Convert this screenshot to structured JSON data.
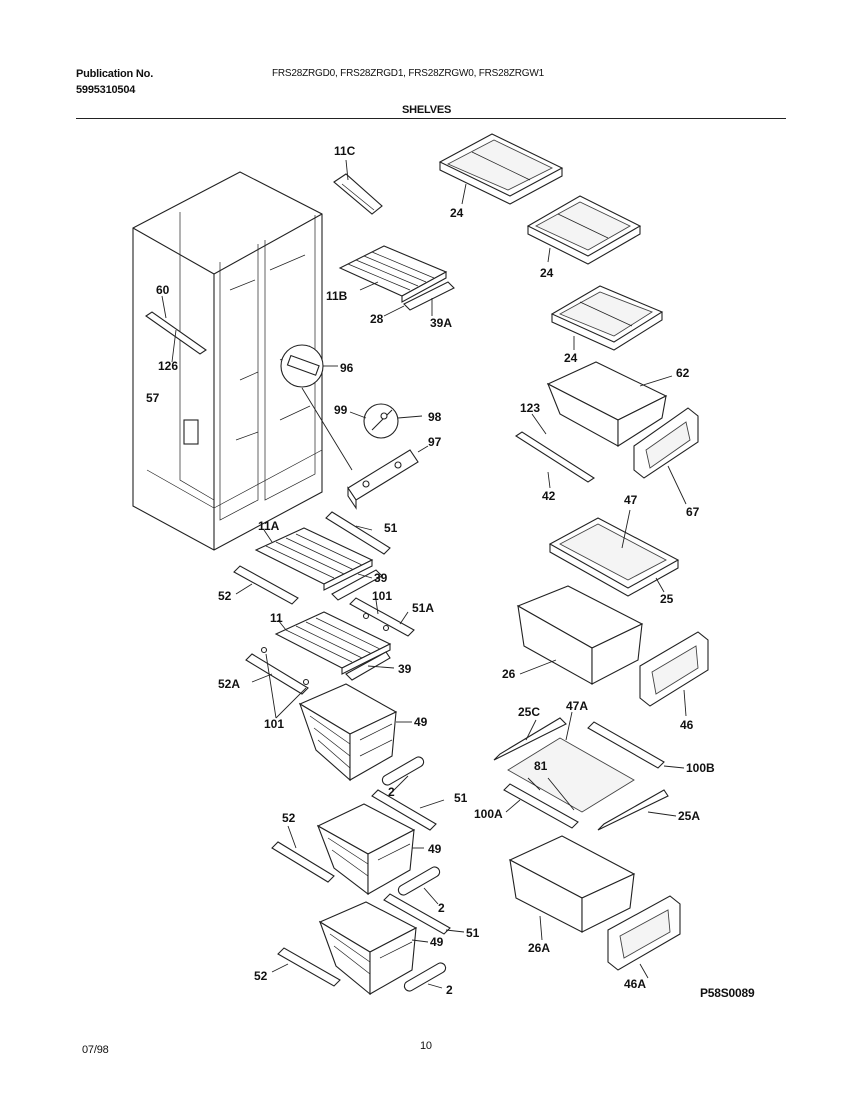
{
  "header": {
    "publication_label": "Publication No.",
    "publication_number": "5995310504",
    "models": "FRS28ZRGD0, FRS28ZRGD1, FRS28ZRGW0, FRS28ZRGW1",
    "section_title": "SHELVES"
  },
  "footer": {
    "date": "07/98",
    "page": "10",
    "drawing_code": "P58S0089"
  },
  "parts": {
    "p11c": "11C",
    "p24a": "24",
    "p24b": "24",
    "p24c": "24",
    "p11b": "11B",
    "p28": "28",
    "p39a": "39A",
    "p60": "60",
    "p126": "126",
    "p96": "96",
    "p57": "57",
    "p99": "99",
    "p98": "98",
    "p97": "97",
    "p62": "62",
    "p123": "123",
    "p42": "42",
    "p67": "67",
    "p47": "47",
    "p25": "25",
    "p26": "26",
    "p46": "46",
    "p11a": "11A",
    "p51a": "51",
    "p39b": "39",
    "p52a": "52",
    "p101a": "101",
    "p51A": "51A",
    "p11": "11",
    "p39c": "39",
    "p52A": "52A",
    "p101b": "101",
    "p49a": "49",
    "p2a": "2",
    "p25c": "25C",
    "p47a": "47A",
    "p100b": "100B",
    "p81": "81",
    "p100a": "100A",
    "p25a": "25A",
    "p51b": "51",
    "p52b": "52",
    "p49b": "49",
    "p2b": "2",
    "p51c": "51",
    "p49c": "49",
    "p52c": "52",
    "p2c": "2",
    "p26a": "26A",
    "p46a": "46A"
  }
}
